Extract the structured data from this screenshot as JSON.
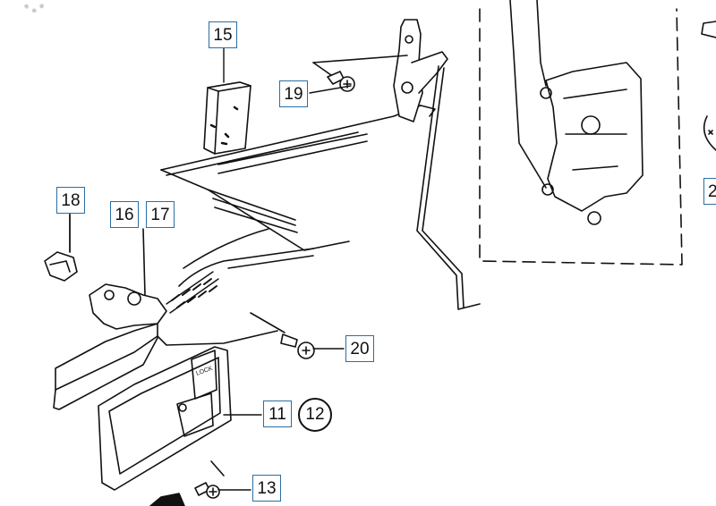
{
  "diagram": {
    "callouts": {
      "c15": "15",
      "c19": "19",
      "c18": "18",
      "c16": "16",
      "c17": "17",
      "c20": "20",
      "c11": "11",
      "c12": "12",
      "c13": "13"
    },
    "selected_callout": "12",
    "edge_label_partial": "2",
    "toolbar_icon": "gear-icon",
    "colors": {
      "callout_border": "#2b6ea3",
      "line_art": "#111111",
      "background": "#ffffff",
      "highlight_ring": "#111111"
    }
  }
}
